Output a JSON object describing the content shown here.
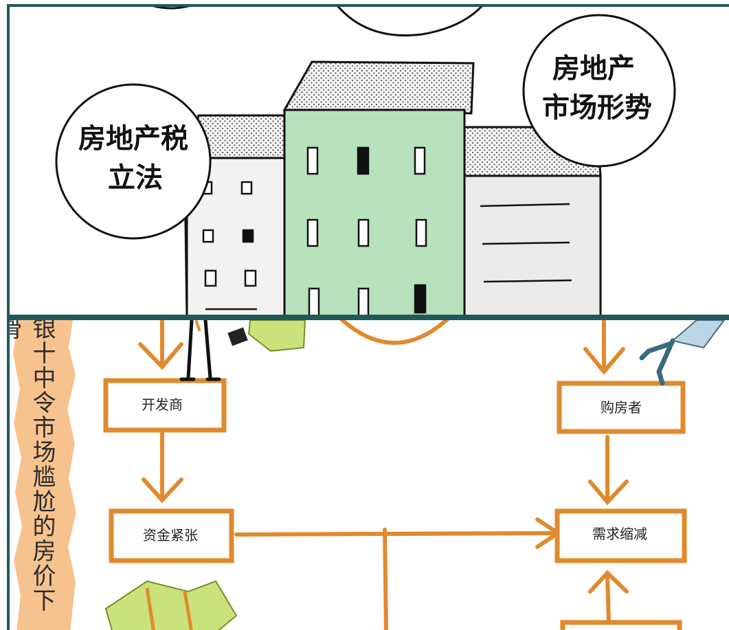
{
  "top_panel": {
    "bubble_left": "房地产税立法",
    "bubble_left_lines": [
      "房地产税",
      "立法"
    ],
    "bubble_right": "房地产市场形势",
    "bubble_right_lines": [
      "房地产",
      "市场形势"
    ]
  },
  "bottom_panel": {
    "vertical_banner": "银十中令市场尴尬的房价下滑",
    "flow_boxes": {
      "developer": "开发商",
      "buyer": "购房者",
      "funding_tight": "资金紧张",
      "demand_shrink": "需求缩减"
    }
  },
  "colors": {
    "frame": "#1f5a5a",
    "building_green": "#b7e2bd",
    "building_gray": "#e8e8e8",
    "rope_orange": "#e08a2e",
    "banner_orange": "#f5b97a",
    "money_green": "#c9e27a"
  }
}
